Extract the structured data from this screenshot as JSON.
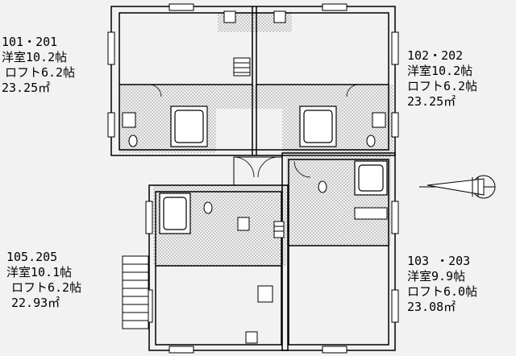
{
  "units": [
    {
      "id": "unit-101-201",
      "lines": [
        "101・201",
        "洋室10.2帖",
        "ロフト6.2帖",
        "23.25㎡"
      ]
    },
    {
      "id": "unit-102-202",
      "lines": [
        "102・202",
        "洋室10.2帖",
        "ロフト6.2帖",
        "23.25㎡"
      ]
    },
    {
      "id": "unit-105-205",
      "lines": [
        "105.205",
        "洋室10.1帖",
        "ロフト6.2帖",
        "22.93㎡"
      ]
    },
    {
      "id": "unit-103-203",
      "lines": [
        "103 ・203",
        "洋室9.9帖",
        "ロフト6.0帖",
        "23.08㎡"
      ]
    }
  ],
  "colors": {
    "background": "#f2f2f2",
    "wall": "#000000",
    "hatch": "#9a9a9a"
  },
  "icons": [
    "north-arrow-icon",
    "staircase-icon",
    "toilet-icon",
    "bathtub-icon",
    "sink-icon"
  ]
}
